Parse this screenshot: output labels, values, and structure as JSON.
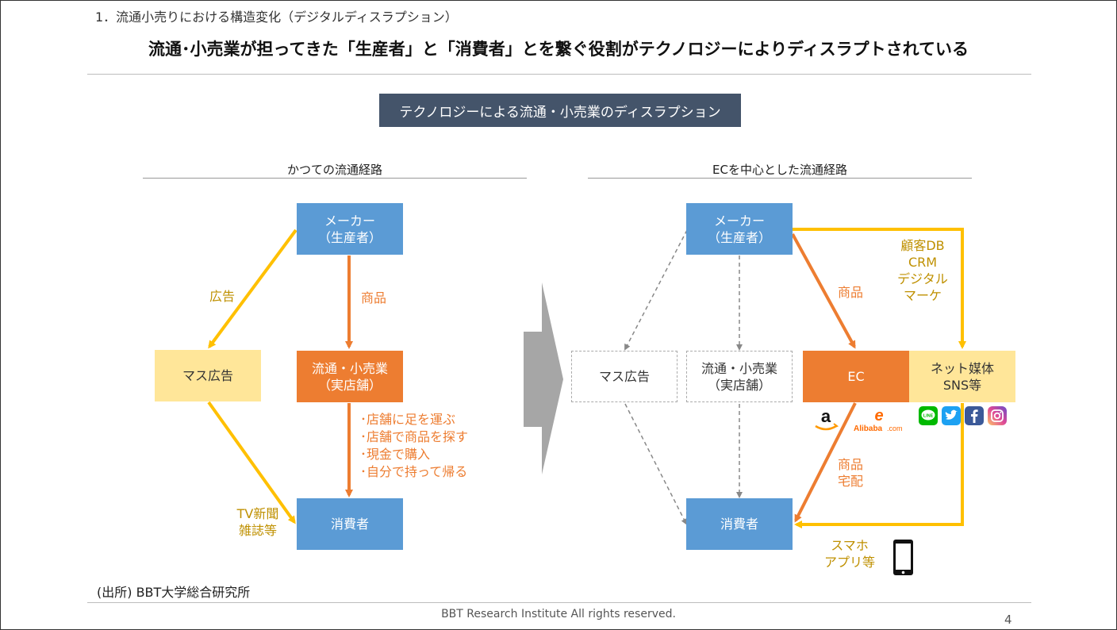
{
  "header": {
    "section": "1．流通小売りにおける構造変化（デジタルディスラプション）",
    "headline": "流通･小売業が担ってきた「生産者」と「消費者」とを繋ぐ役割がテクノロジーによりディスラプトされている"
  },
  "banner": "テクノロジーによる流通・小売業のディスラプション",
  "left": {
    "title": "かつての流通経路",
    "maker": [
      "メーカー",
      "（生産者）"
    ],
    "mass_ad": "マス広告",
    "retail": [
      "流通・小売業",
      "（実店舗）"
    ],
    "consumer": "消費者",
    "label_ad": "広告",
    "label_goods": "商品",
    "label_media": [
      "TV新聞",
      "雑誌等"
    ],
    "bullets": [
      "･店舗に足を運ぶ",
      "･店舗で商品を探す",
      "･現金で購入",
      "･自分で持って帰る"
    ]
  },
  "right": {
    "title": "ECを中心とした流通経路",
    "maker": [
      "メーカー",
      "（生産者）"
    ],
    "mass_ad": "マス広告",
    "retail": [
      "流通・小売業",
      "（実店舗）"
    ],
    "ec": "EC",
    "net_media": [
      "ネット媒体",
      "SNS等"
    ],
    "consumer": "消費者",
    "label_goods": "商品",
    "label_crm": [
      "顧客DB",
      "CRM",
      "デジタル",
      "マーケ"
    ],
    "label_delivery": [
      "商品",
      "宅配"
    ],
    "label_app": [
      "スマホ",
      "アプリ等"
    ],
    "logos": {
      "amazon": "a",
      "alibaba_mark": "e",
      "alibaba_text": "Alibaba",
      "alibaba_domain": ".com",
      "line": "LINE"
    }
  },
  "colors": {
    "blue": "#5b9bd5",
    "orange": "#ed7d31",
    "yellow_box": "#ffe699",
    "yellow_arrow": "#ffc000",
    "banner": "#44546a"
  },
  "icons": [
    "amazon-logo-icon",
    "alibaba-logo-icon",
    "line-icon",
    "twitter-icon",
    "facebook-icon",
    "instagram-icon",
    "smartphone-icon",
    "big-arrow-icon"
  ],
  "source": "(出所) BBT大学総合研究所",
  "footer": "BBT Research Institute All rights reserved.",
  "page_number": "4"
}
